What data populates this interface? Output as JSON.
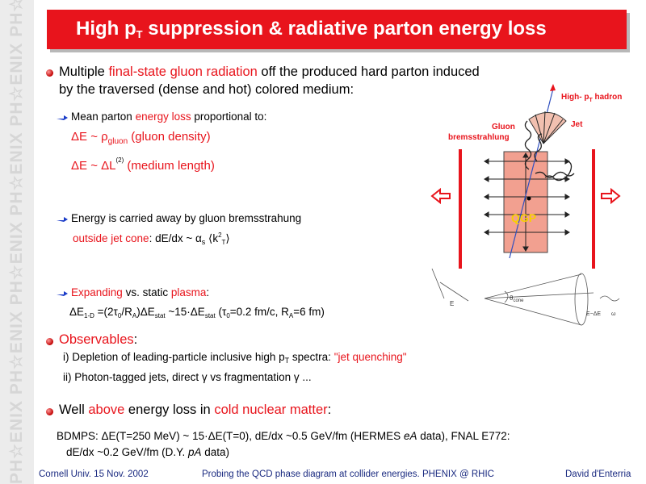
{
  "sidebar": {
    "logo_text": "PH☆ENIX  PH☆ENIX  PH☆ENIX  PH☆ENIX  PH☆ENIX  PH☆ENIX  PH☆ENIX"
  },
  "title": {
    "part1": "High p",
    "sub": "T",
    "part2": " suppression & radiative parton energy loss"
  },
  "bullet1": {
    "line1_a": "Multiple ",
    "line1_red": "final-state gluon radiation",
    "line1_b": " off the produced hard parton induced",
    "line2": "by the traversed (dense and hot) colored medium:"
  },
  "sub1": {
    "a": "Mean parton ",
    "red": "energy loss",
    "b": " proportional to:",
    "eq1_a": "ΔE ~ ρ",
    "eq1_sub": "gluon",
    "eq1_b": " (gluon density)",
    "eq2_a": "ΔE ~ ΔL",
    "eq2_sup": "(2)",
    "eq2_b": " (medium length)"
  },
  "sub2": {
    "line1": "Energy is carried away by gluon bremsstrahung",
    "red": "outside jet cone",
    "b": ": dE/dx ~ α",
    "b_sub": "s",
    "c": " ⟨k",
    "c_sup": "2",
    "c_sub": "T",
    "d": "⟩"
  },
  "sub3": {
    "red1": "Expanding",
    "a": " vs. static ",
    "red2": "plasma",
    "b": ":",
    "eq_a": "ΔE",
    "eq_sub1": "1-D",
    "eq_b": " =(2τ",
    "eq_sub2": "0",
    "eq_c": "/R",
    "eq_sub3": "A",
    "eq_d": ")ΔE",
    "eq_sub4": "stat",
    "eq_e": " ~15·ΔE",
    "eq_sub5": "stat",
    "eq_f": "  (τ",
    "eq_sub6": "0",
    "eq_g": "=0.2 fm/c, R",
    "eq_sub7": "A",
    "eq_h": "=6 fm)"
  },
  "bullet2": {
    "red": "Observables",
    "a": ":",
    "line_i_a": "i) Depletion of leading-particle inclusive high p",
    "line_i_sub": "T",
    "line_i_b": " spectra: ",
    "line_i_red": "\"jet quenching\"",
    "line_ii": "ii) Photon-tagged jets, direct γ vs fragmentation γ ..."
  },
  "bullet3": {
    "a": "Well ",
    "red1": "above",
    "b": " energy loss in ",
    "red2": "cold nuclear matter",
    "c": ":"
  },
  "bdmps": {
    "line1_a": "BDMPS: ΔE(T=250 MeV) ~ 15·ΔE(T=0), dE/dx ~0.5 GeV/fm (HERMES ",
    "line1_i1": "eA",
    "line1_b": " data), FNAL E772:",
    "line2_a": "dE/dx ~0.2 GeV/fm (D.Y. ",
    "line2_i": "pA",
    "line2_b": " data)"
  },
  "diagram": {
    "hadron_label": "High- p",
    "hadron_sub": "T",
    "hadron_label2": " hadron",
    "jet_label": "Jet",
    "gluon_label1": "Gluon",
    "gluon_label2": "bremsstrahlung",
    "qgp_label": "QGP"
  },
  "cone": {
    "label_e": "E",
    "label_theta": "θ",
    "label_theta_sub": "cone",
    "label_e_minus": "E−ΔE",
    "label_omega": "ω"
  },
  "footer": {
    "left": "Cornell Univ. 15 Nov.  2002",
    "center": "Probing the QCD phase diagram at collider energies. PHENIX @ RHIC",
    "right": "David d'Enterria"
  },
  "colors": {
    "accent": "#e8141c",
    "qgp_fill": "#f2a090",
    "footer_text": "#1a2a80",
    "arrow_bullet": "#1a3cc8"
  }
}
